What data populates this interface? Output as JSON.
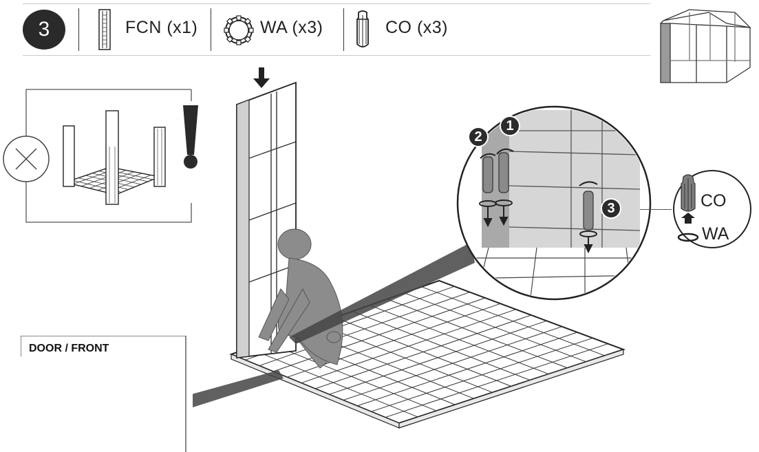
{
  "step": {
    "number": "3"
  },
  "parts": [
    {
      "code": "FCN",
      "qty_label": "FCN (x1)",
      "icon": "panel-icon"
    },
    {
      "code": "WA",
      "qty_label": "WA (x3)",
      "icon": "washer-icon"
    },
    {
      "code": "CO",
      "qty_label": "CO (x3)",
      "icon": "connector-icon"
    }
  ],
  "warning": {
    "icons": [
      "prohibited-icon",
      "exclamation-icon"
    ]
  },
  "detail_callouts": [
    "1",
    "2",
    "3"
  ],
  "zoom": {
    "top_label": "CO",
    "bottom_label": "WA"
  },
  "door_label": "DOOR / FRONT",
  "colors": {
    "badge": "#2a2a2a",
    "panel_highlight": "#9a9a9a",
    "line": "#1a1a1a",
    "person": "#8c8c8c"
  }
}
